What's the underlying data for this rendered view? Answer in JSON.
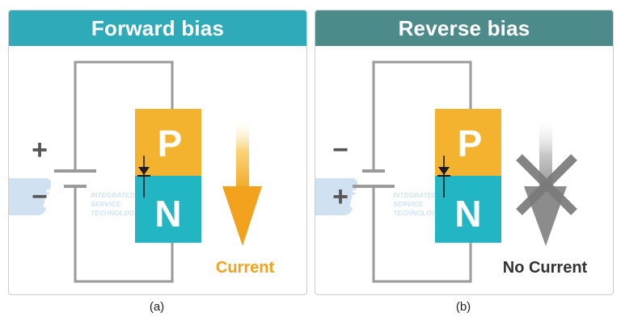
{
  "colors": {
    "forward_header": "#2eaab9",
    "reverse_header": "#4d8a8a",
    "p_region": "#f4b32e",
    "n_region": "#22b6c5",
    "wire": "#9a9a9a",
    "current_label": "#f2a21c",
    "no_current_label": "#333333",
    "battery_sign": "#555555"
  },
  "panels": {
    "forward": {
      "title": "Forward bias",
      "p_label": "P",
      "n_label": "N",
      "battery_top_sign": "+",
      "battery_bottom_sign": "−",
      "current_label": "Current",
      "caption": "(a)"
    },
    "reverse": {
      "title": "Reverse bias",
      "p_label": "P",
      "n_label": "N",
      "battery_top_sign": "−",
      "battery_bottom_sign": "+",
      "current_label": "No Current",
      "caption": "(b)"
    }
  },
  "watermark": {
    "logo_letters": "iST",
    "lines": [
      "INTEGRATED",
      "SERVICE",
      "TECHNOLOGY"
    ]
  },
  "icons": {
    "current_arrow": "arrow-down-icon",
    "blocked_arrow": "arrow-down-crossed-icon",
    "junction_diode": "diode-symbol-icon"
  }
}
